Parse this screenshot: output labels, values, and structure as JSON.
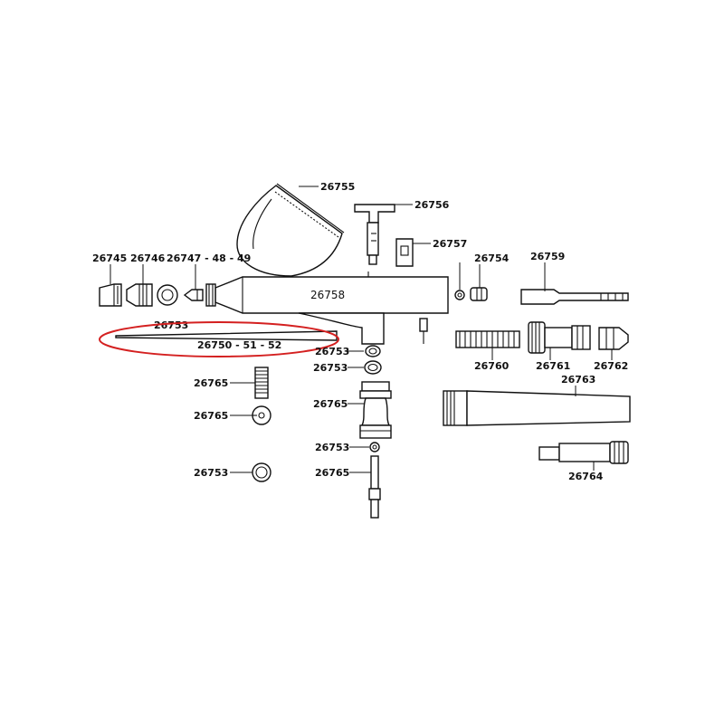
{
  "labels": {
    "p26755": "26755",
    "p26756": "26756",
    "p26757": "26757",
    "p26754": "26754",
    "p26759": "26759",
    "p26745": "26745",
    "p26746": "26746",
    "p26747": "26747 - 48 - 49",
    "p26753_nozzle_ring": "26753",
    "p26758": "26758",
    "p26750": "26750 - 51 - 52",
    "p26753_a": "26753",
    "p26753_b": "26753",
    "p26765_valve_body": "26765",
    "p26760": "26760",
    "p26761": "26761",
    "p26762": "26762",
    "p26763": "26763",
    "p26765_spring": "26765",
    "p26765_clip": "26765",
    "p26753_c": "26753",
    "p26753_d": "26753",
    "p26765_stem": "26765",
    "p26764": "26764"
  },
  "colors": {
    "line": "#111111",
    "highlight": "#d42020",
    "background": "#ffffff"
  },
  "highlighted_part": "26750 - 51 - 52"
}
